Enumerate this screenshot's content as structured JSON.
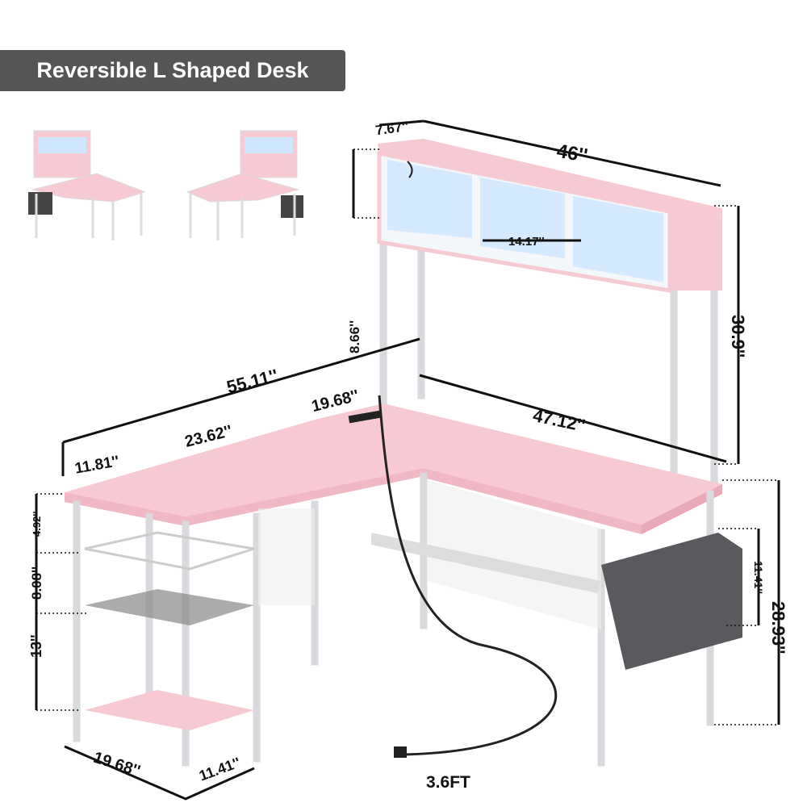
{
  "title": "Reversible L Shaped Desk",
  "colors": {
    "desk_top": "#f7c9d2",
    "frame": "#e6e6ea",
    "banner": "#555555",
    "storage_bag": "#5a5a5e",
    "led_glow": "#cfe6ff"
  },
  "dimensions": {
    "hutch_depth": "7.67''",
    "hutch_width": "46''",
    "hutch_shelf_height": "8.66''",
    "cubby_width": "14.17''",
    "hutch_height": "30.9''",
    "total_width": "55.11''",
    "middle_segment": "19.68''",
    "side_length": "47.12''",
    "left_segment": "23.62''",
    "end_segment": "11.81''",
    "shelf_gap_top": "4.92''",
    "shelf_gap_middle": "8.08''",
    "shelf_gap_bottom": "13''",
    "bag_height": "11.41''",
    "desk_height": "28.93''",
    "shelf_depth": "19.68''",
    "shelf_width": "11.41''",
    "cord_length": "3.6FT"
  }
}
